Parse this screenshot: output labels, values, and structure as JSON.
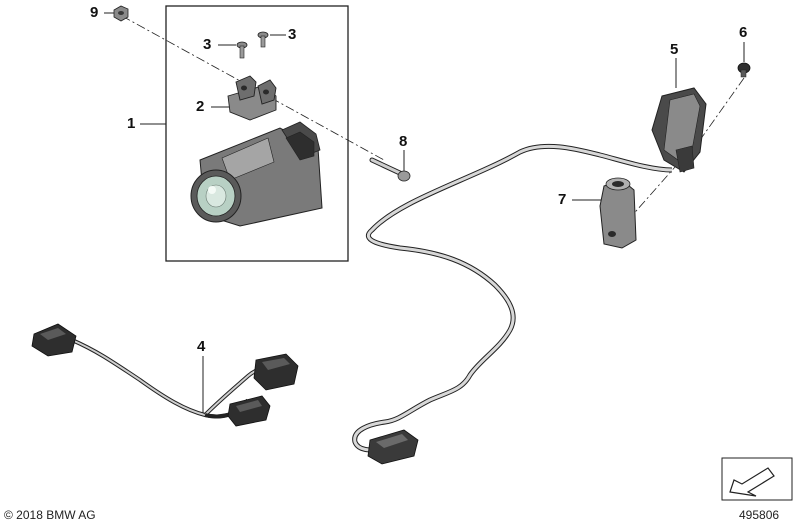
{
  "callouts": {
    "part_1": "1",
    "part_2": "2",
    "part_3_left": "3",
    "part_3_right": "3",
    "part_4": "4",
    "part_5": "5",
    "part_6": "6",
    "part_7": "7",
    "part_8": "8",
    "part_9": "9"
  },
  "footer": {
    "copyright": "© 2018 BMW AG",
    "diagram_number": "495806"
  },
  "colors": {
    "line": "#222222",
    "part_fill": "#8a8a8a",
    "part_dark": "#3a3a3a",
    "part_light": "#bdbdbd",
    "lens": "#b8d0c4"
  },
  "icons": {
    "navigation_badge": "arrow-icon"
  }
}
